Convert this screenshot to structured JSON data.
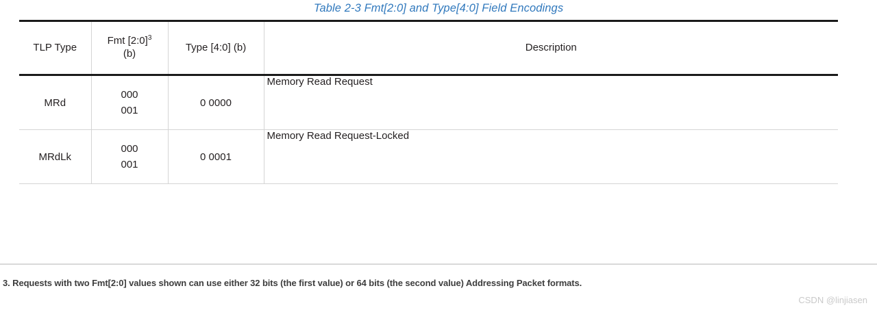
{
  "document": {
    "title": "Table  2-3  Fmt[2:0] and Type[4:0] Field Encodings"
  },
  "table": {
    "columns": [
      {
        "key": "tlp_type",
        "label": "TLP Type"
      },
      {
        "key": "fmt",
        "label_main": "Fmt [2:0]",
        "label_sup": "3",
        "label_sub": "(b)"
      },
      {
        "key": "type",
        "label": "Type [4:0] (b)"
      },
      {
        "key": "description",
        "label": "Description"
      }
    ],
    "rows": [
      {
        "tlp_type": "MRd",
        "fmt_line1": "000",
        "fmt_line2": "001",
        "type": "0 0000",
        "description": "Memory Read Request"
      },
      {
        "tlp_type": "MRdLk",
        "fmt_line1": "000",
        "fmt_line2": "001",
        "type": "0 0001",
        "description": "Memory Read Request-Locked"
      }
    ]
  },
  "footnote": {
    "text": "3. Requests with two Fmt[2:0] values shown can use either 32 bits (the first value) or 64 bits (the second value) Addressing Packet formats."
  },
  "watermark": {
    "text": "CSDN @linjiasen"
  },
  "colors": {
    "title_blue": "#3179bd",
    "text": "#231f20",
    "rule_light": "#d4d4d4",
    "rule_heavy": "#1a1a1a",
    "watermark": "#c9c9c9"
  }
}
